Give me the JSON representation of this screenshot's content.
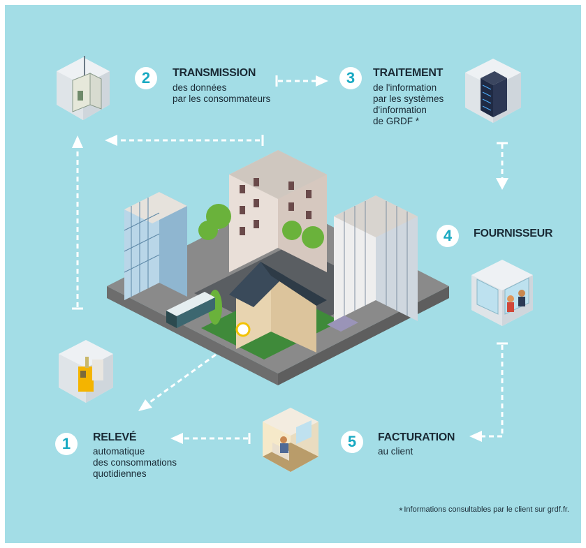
{
  "steps": [
    {
      "number": "1",
      "title": "RELEVÉ",
      "description": "automatique\ndes consommations\nquotidiennes"
    },
    {
      "number": "2",
      "title": "TRANSMISSION",
      "description": "des données\npar les consommateurs"
    },
    {
      "number": "3",
      "title": "TRAITEMENT",
      "description": "de l'information\npar les systèmes\nd'information\nde GRDF *"
    },
    {
      "number": "4",
      "title": "FOURNISSEUR",
      "description": ""
    },
    {
      "number": "5",
      "title": "FACTURATION",
      "description": "au client"
    }
  ],
  "footnote": {
    "marker": "*",
    "text": "Informations consultables par le client sur grdf.fr."
  },
  "colors": {
    "background": "#a3dde6",
    "accent": "#19a9c2",
    "text": "#1a2a35",
    "arrow": "#ffffff"
  },
  "icons": [
    "gas-meter-icon",
    "transmitter-box-icon",
    "server-rack-icon",
    "office-workers-icon",
    "client-living-room-icon",
    "city-illustration"
  ]
}
